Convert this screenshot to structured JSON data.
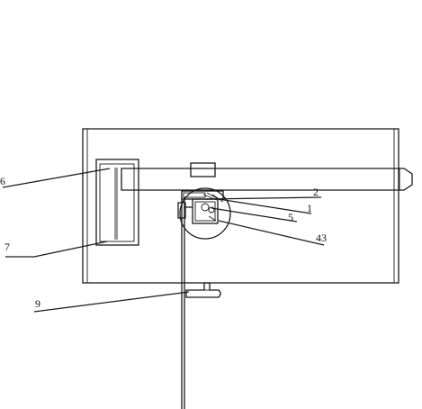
{
  "callouts": {
    "c6": "6",
    "c7": "7",
    "c9": "9",
    "c2": "2",
    "c1": "1",
    "c5": "5",
    "c43": "43"
  }
}
